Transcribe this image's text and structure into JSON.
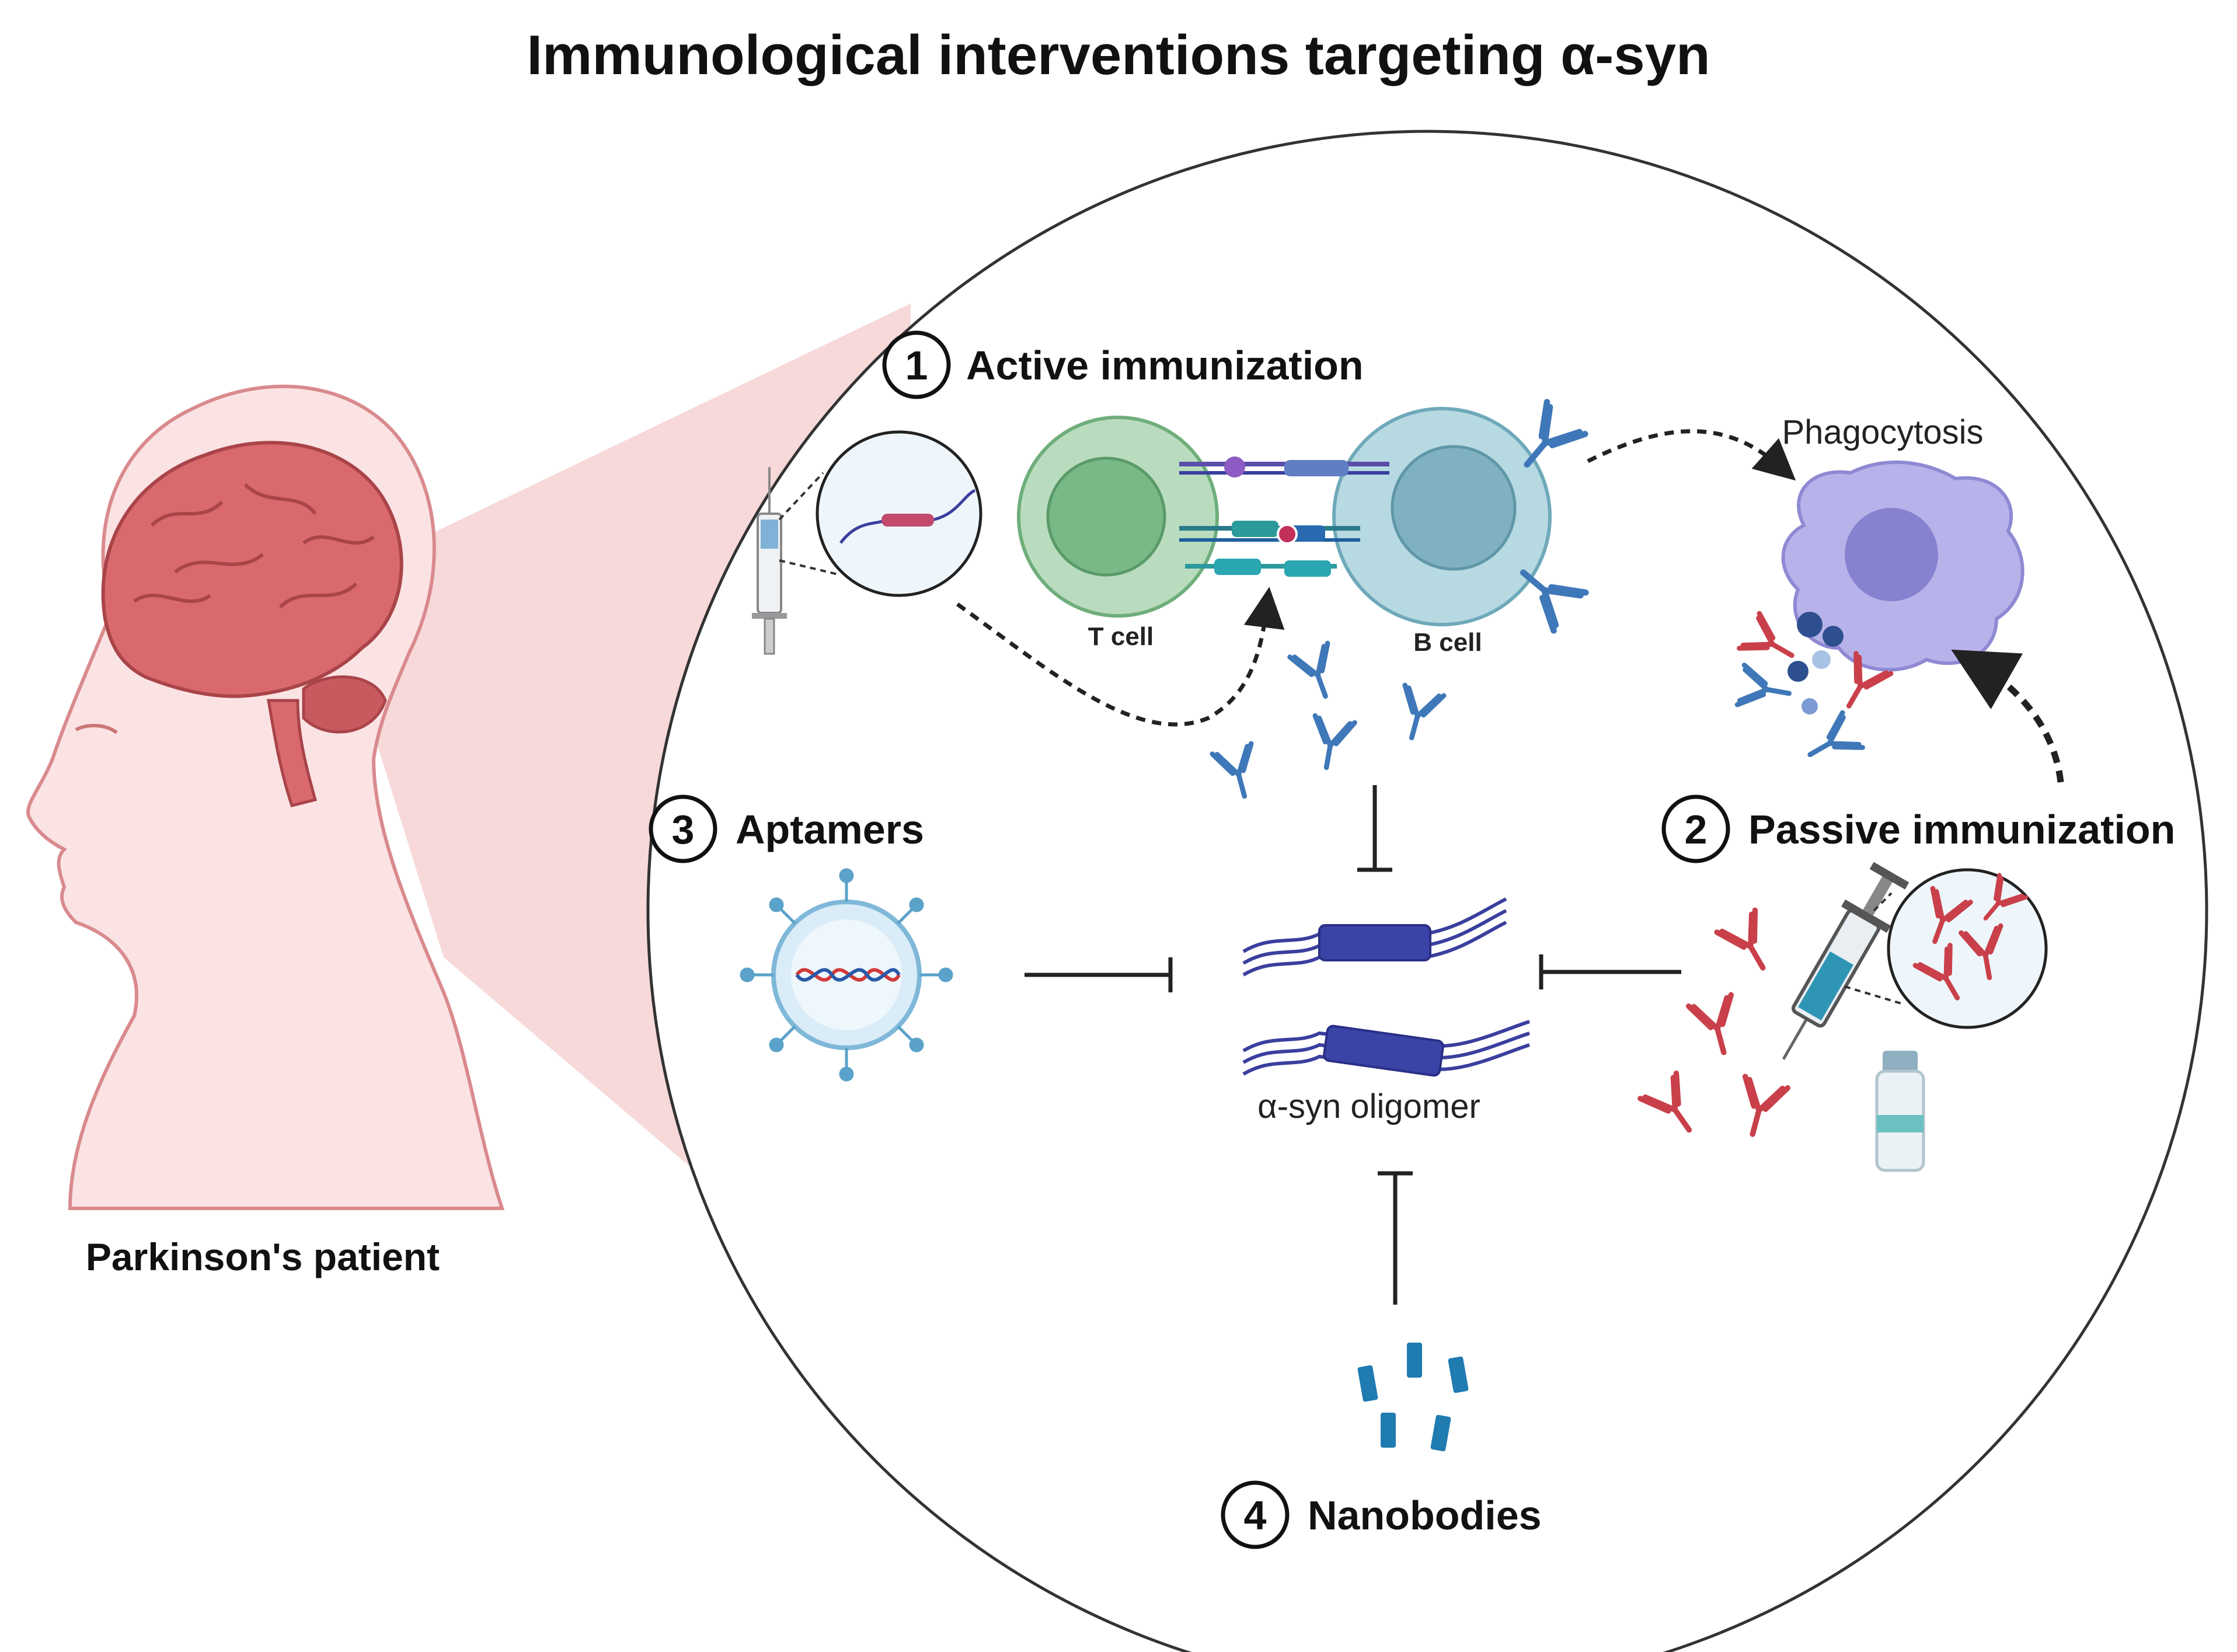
{
  "title": "Immunological interventions targeting α-syn",
  "patient": {
    "label": "Parkinson's patient"
  },
  "sections": {
    "active": {
      "number": "1",
      "label": "Active immunization"
    },
    "passive": {
      "number": "2",
      "label": "Passive immunization"
    },
    "aptamers": {
      "number": "3",
      "label": "Aptamers"
    },
    "nanobodies": {
      "number": "4",
      "label": "Nanobodies"
    }
  },
  "cells": {
    "t_cell": "T cell",
    "b_cell": "B cell"
  },
  "phagocytosis": "Phagocytosis",
  "target": "α-syn oligomer",
  "colors": {
    "brain": "#d9696d",
    "skin": "#fbe3e4",
    "cone": "#f6d2d4",
    "t_cell": "#8ec79a",
    "b_cell": "#9dcbd7",
    "macrophage": "#a6a3e0",
    "antibody_blue": "#3f78b8",
    "antibody_red": "#c9404a",
    "oligomer": "#3a3f9e",
    "nanobody": "#1f7bb0",
    "outline": "#555555"
  },
  "icons": [
    "syringe-icon",
    "antibody-icon",
    "vial-icon",
    "aptamer-vesicle-icon",
    "nanobody-icon",
    "inhibition-icon",
    "arrow-icon"
  ]
}
